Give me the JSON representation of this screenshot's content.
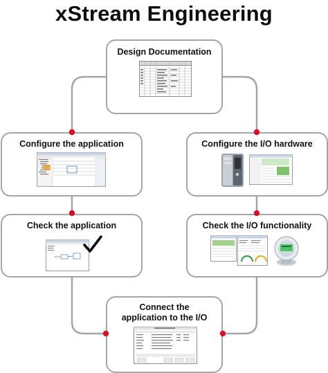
{
  "page": {
    "title": "xStream Engineering"
  },
  "steps": {
    "design_documentation": {
      "label": "Design Documentation"
    },
    "configure_application": {
      "label": "Configure the application"
    },
    "configure_io_hardware": {
      "label": "Configure the I/O hardware"
    },
    "check_application": {
      "label": "Check the application"
    },
    "check_io_functionality": {
      "label": "Check the I/O functionality"
    },
    "connect_application": {
      "line1": "Connect the",
      "line2": "application to the I/O"
    }
  },
  "colors": {
    "connector": "#a5a5a5",
    "junction_dot": "#d5102b",
    "box_border": "#a5a5a5"
  },
  "icons": {
    "check_application_overlay": "checkmark-icon"
  }
}
